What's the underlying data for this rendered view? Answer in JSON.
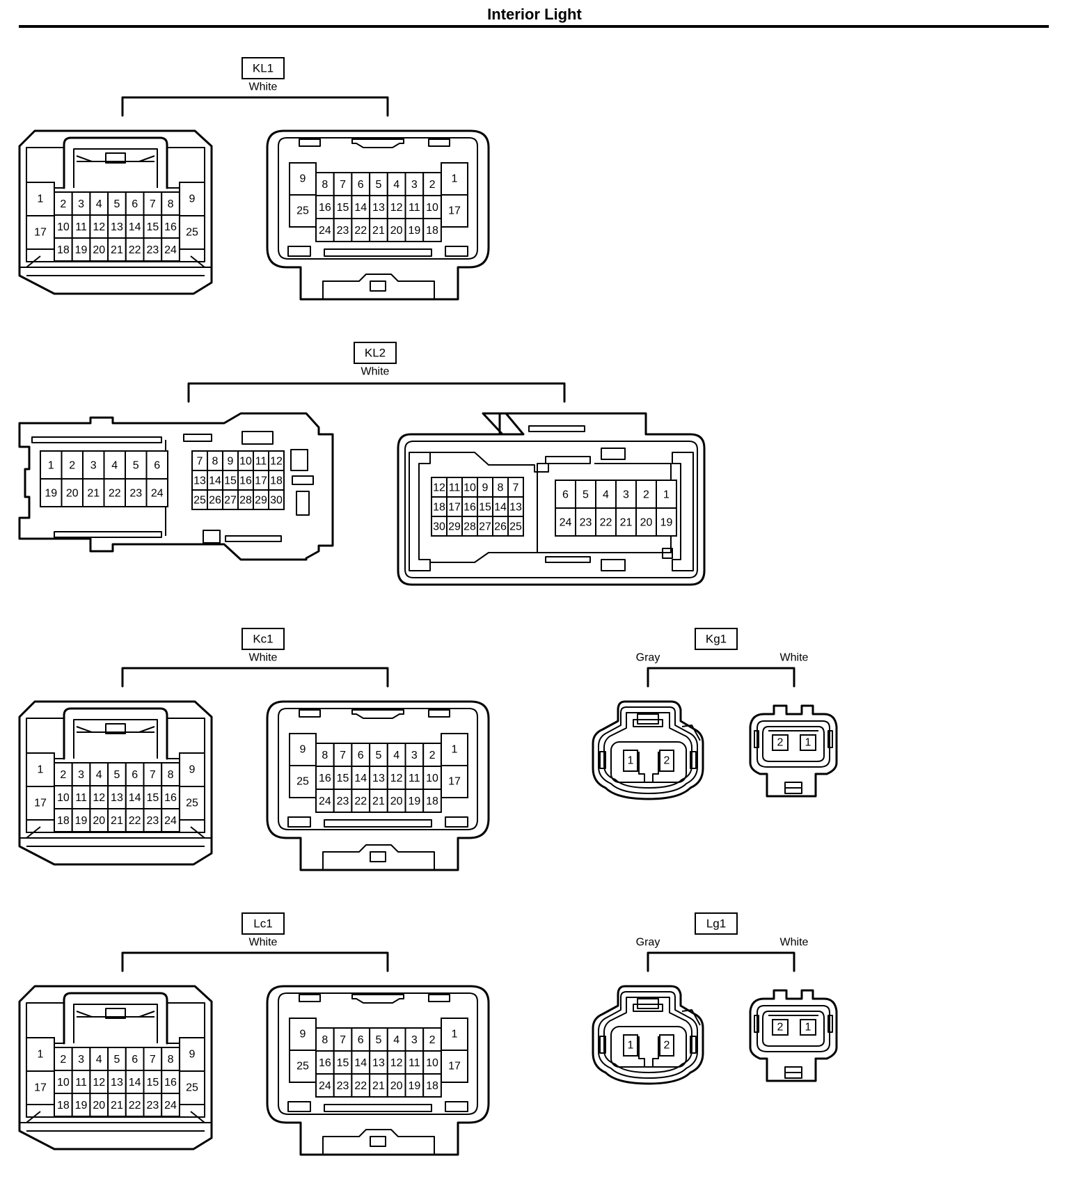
{
  "title": "Interior Light",
  "connectors": [
    {
      "id": "KL1",
      "color": "White",
      "layout": "c25"
    },
    {
      "id": "KL2",
      "color": "White",
      "layout": "c30"
    },
    {
      "id": "Kc1",
      "color": "White",
      "layout": "c25"
    },
    {
      "id": "Kg1",
      "colors": [
        "Gray",
        "White"
      ],
      "layout": "c2"
    },
    {
      "id": "Lc1",
      "color": "White",
      "layout": "c25"
    },
    {
      "id": "Lg1",
      "colors": [
        "Gray",
        "White"
      ],
      "layout": "c2"
    }
  ],
  "pin_layouts": {
    "c25_male": {
      "outer_left": [
        "1",
        "17"
      ],
      "outer_right": [
        "9",
        "25"
      ],
      "rows": [
        [
          "2",
          "3",
          "4",
          "5",
          "6",
          "7",
          "8"
        ],
        [
          "10",
          "11",
          "12",
          "13",
          "14",
          "15",
          "16"
        ],
        [
          "18",
          "19",
          "20",
          "21",
          "22",
          "23",
          "24"
        ]
      ]
    },
    "c25_female": {
      "outer_left": [
        "9",
        "25"
      ],
      "outer_right": [
        "1",
        "17"
      ],
      "rows": [
        [
          "8",
          "7",
          "6",
          "5",
          "4",
          "3",
          "2"
        ],
        [
          "16",
          "15",
          "14",
          "13",
          "12",
          "11",
          "10"
        ],
        [
          "24",
          "23",
          "22",
          "21",
          "20",
          "19",
          "18"
        ]
      ]
    },
    "c30_male": {
      "block_a": [
        [
          "1",
          "2",
          "3",
          "4",
          "5",
          "6"
        ],
        [
          "19",
          "20",
          "21",
          "22",
          "23",
          "24"
        ]
      ],
      "block_b": [
        [
          "7",
          "8",
          "9",
          "10",
          "11",
          "12"
        ],
        [
          "13",
          "14",
          "15",
          "16",
          "17",
          "18"
        ],
        [
          "25",
          "26",
          "27",
          "28",
          "29",
          "30"
        ]
      ]
    },
    "c30_female": {
      "block_a": [
        [
          "12",
          "11",
          "10",
          "9",
          "8",
          "7"
        ],
        [
          "18",
          "17",
          "16",
          "15",
          "14",
          "13"
        ],
        [
          "30",
          "29",
          "28",
          "27",
          "26",
          "25"
        ]
      ],
      "block_b": [
        [
          "6",
          "5",
          "4",
          "3",
          "2",
          "1"
        ],
        [
          "24",
          "23",
          "22",
          "21",
          "20",
          "19"
        ]
      ]
    },
    "c2_male": [
      "1",
      "2"
    ],
    "c2_female": [
      "2",
      "1"
    ]
  }
}
